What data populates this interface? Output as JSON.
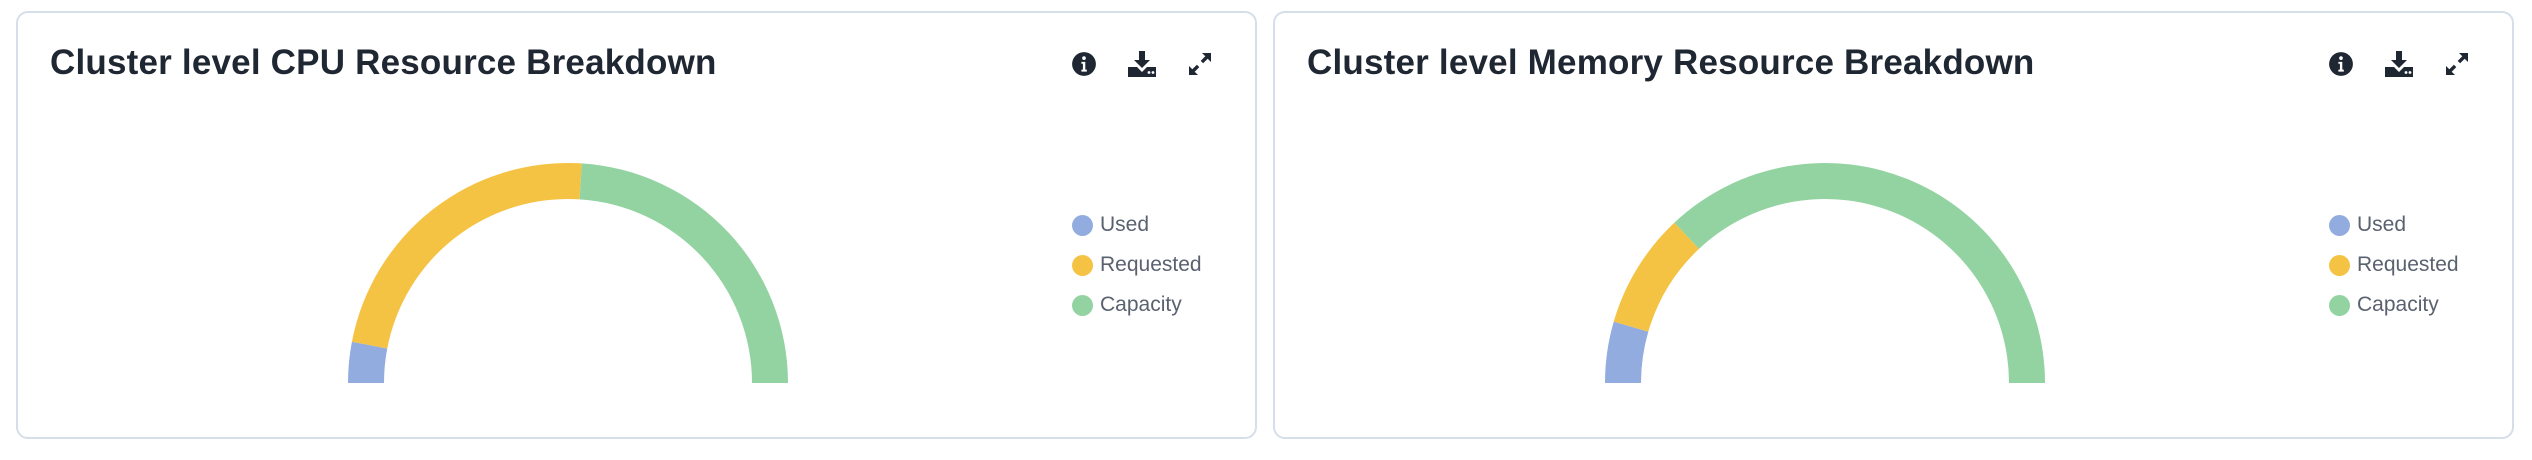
{
  "colors": {
    "used": "#93acdf",
    "requested": "#f5c344",
    "capacity": "#93d3a2",
    "title": "#1f2733",
    "icon": "#1f2733"
  },
  "toolbar_icons": [
    "info-icon",
    "download-icon",
    "expand-icon"
  ],
  "panels": [
    {
      "title": "Cluster level CPU Resource Breakdown",
      "legend": [
        "Used",
        "Requested",
        "Capacity"
      ]
    },
    {
      "title": "Cluster level Memory Resource Breakdown",
      "legend": [
        "Used",
        "Requested",
        "Capacity"
      ]
    }
  ],
  "chart_data": [
    {
      "type": "gauge",
      "title": "Cluster level CPU Resource Breakdown",
      "categories": [
        "Used",
        "Requested",
        "Capacity"
      ],
      "values": [
        6,
        46,
        48
      ],
      "unit": "percent of half-circle arc (estimated)"
    },
    {
      "type": "gauge",
      "title": "Cluster level Memory Resource Breakdown",
      "categories": [
        "Used",
        "Requested",
        "Capacity"
      ],
      "values": [
        9,
        17,
        74
      ],
      "unit": "percent of half-circle arc (estimated)"
    }
  ]
}
